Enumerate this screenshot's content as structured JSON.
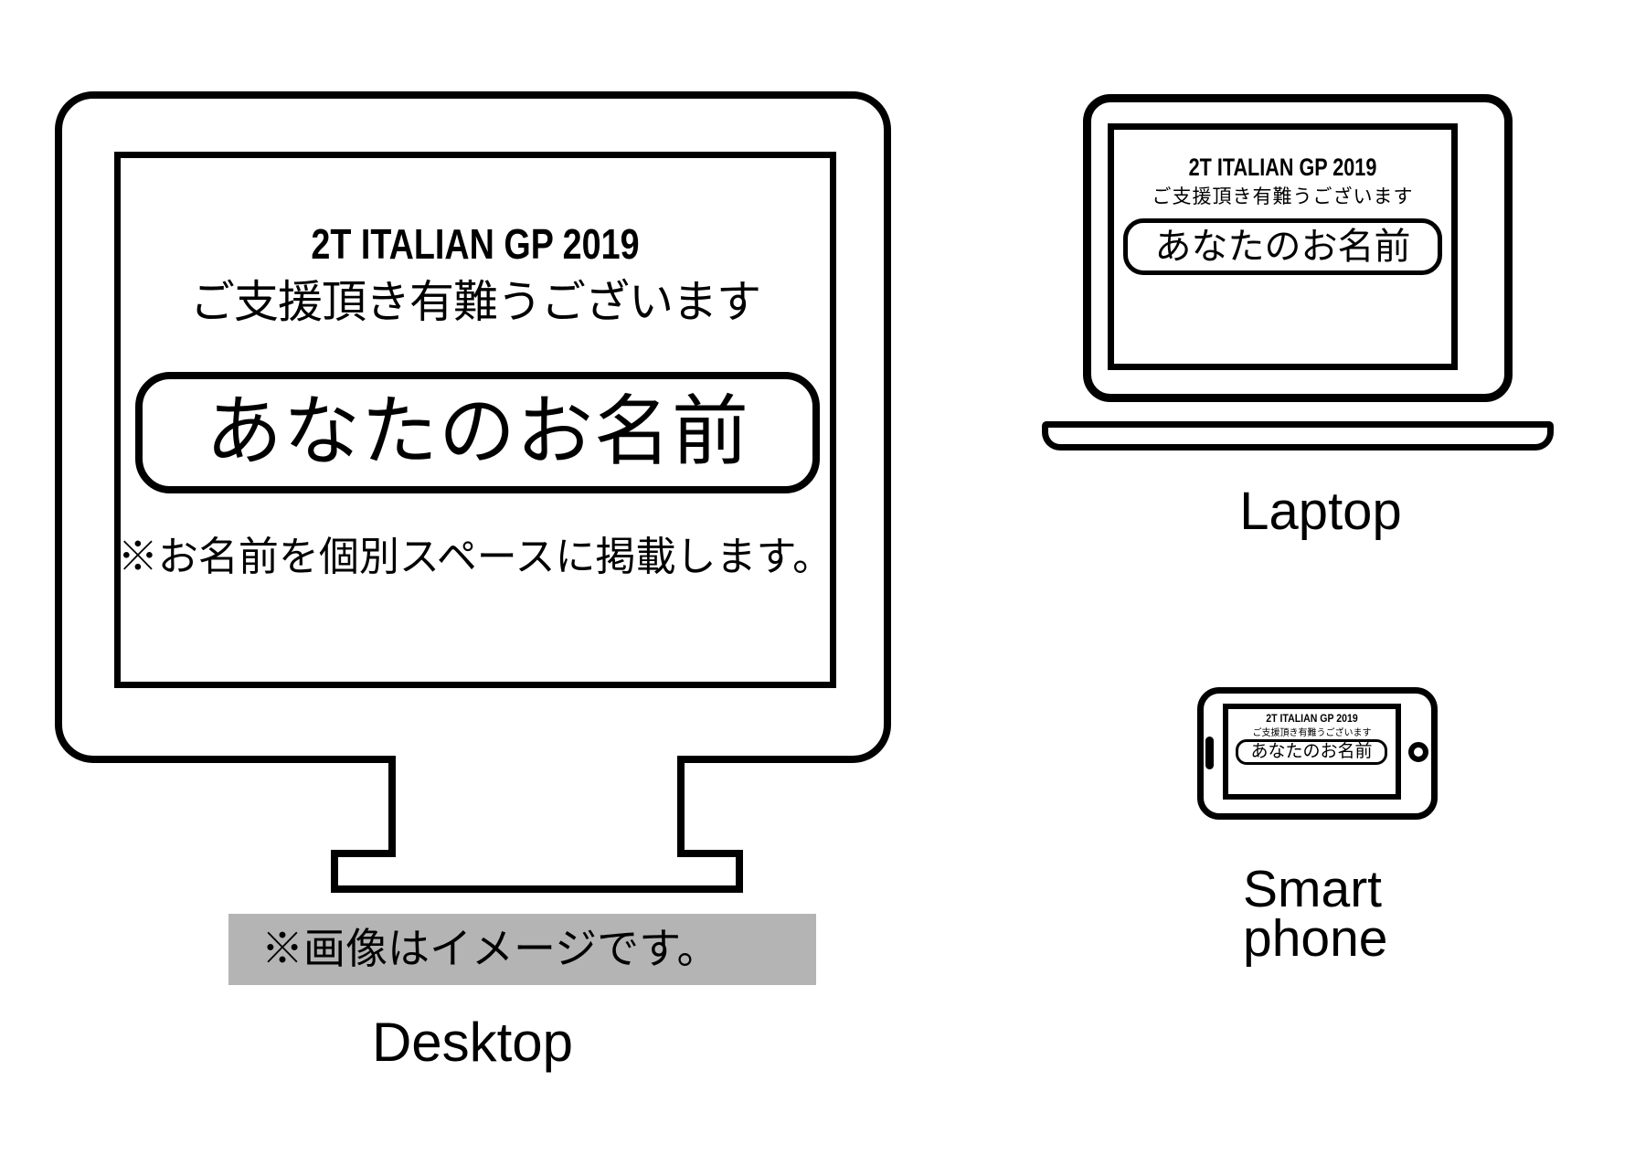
{
  "illustration": {
    "screen_message": {
      "title": "2T ITALIAN GP 2019",
      "subtitle": "ご支援頂き有難うございます",
      "name_placeholder": "あなたのお名前",
      "desktop_note": "※お名前を個別スペースに掲載します。"
    },
    "caption": "※画像はイメージです。",
    "device_labels": {
      "desktop": "Desktop",
      "laptop": "Laptop",
      "smartphone_line1": "Smart",
      "smartphone_line2": "phone"
    },
    "colors": {
      "ink": "#000000",
      "caption_bg": "#b4b4b4",
      "background": "#ffffff"
    }
  }
}
